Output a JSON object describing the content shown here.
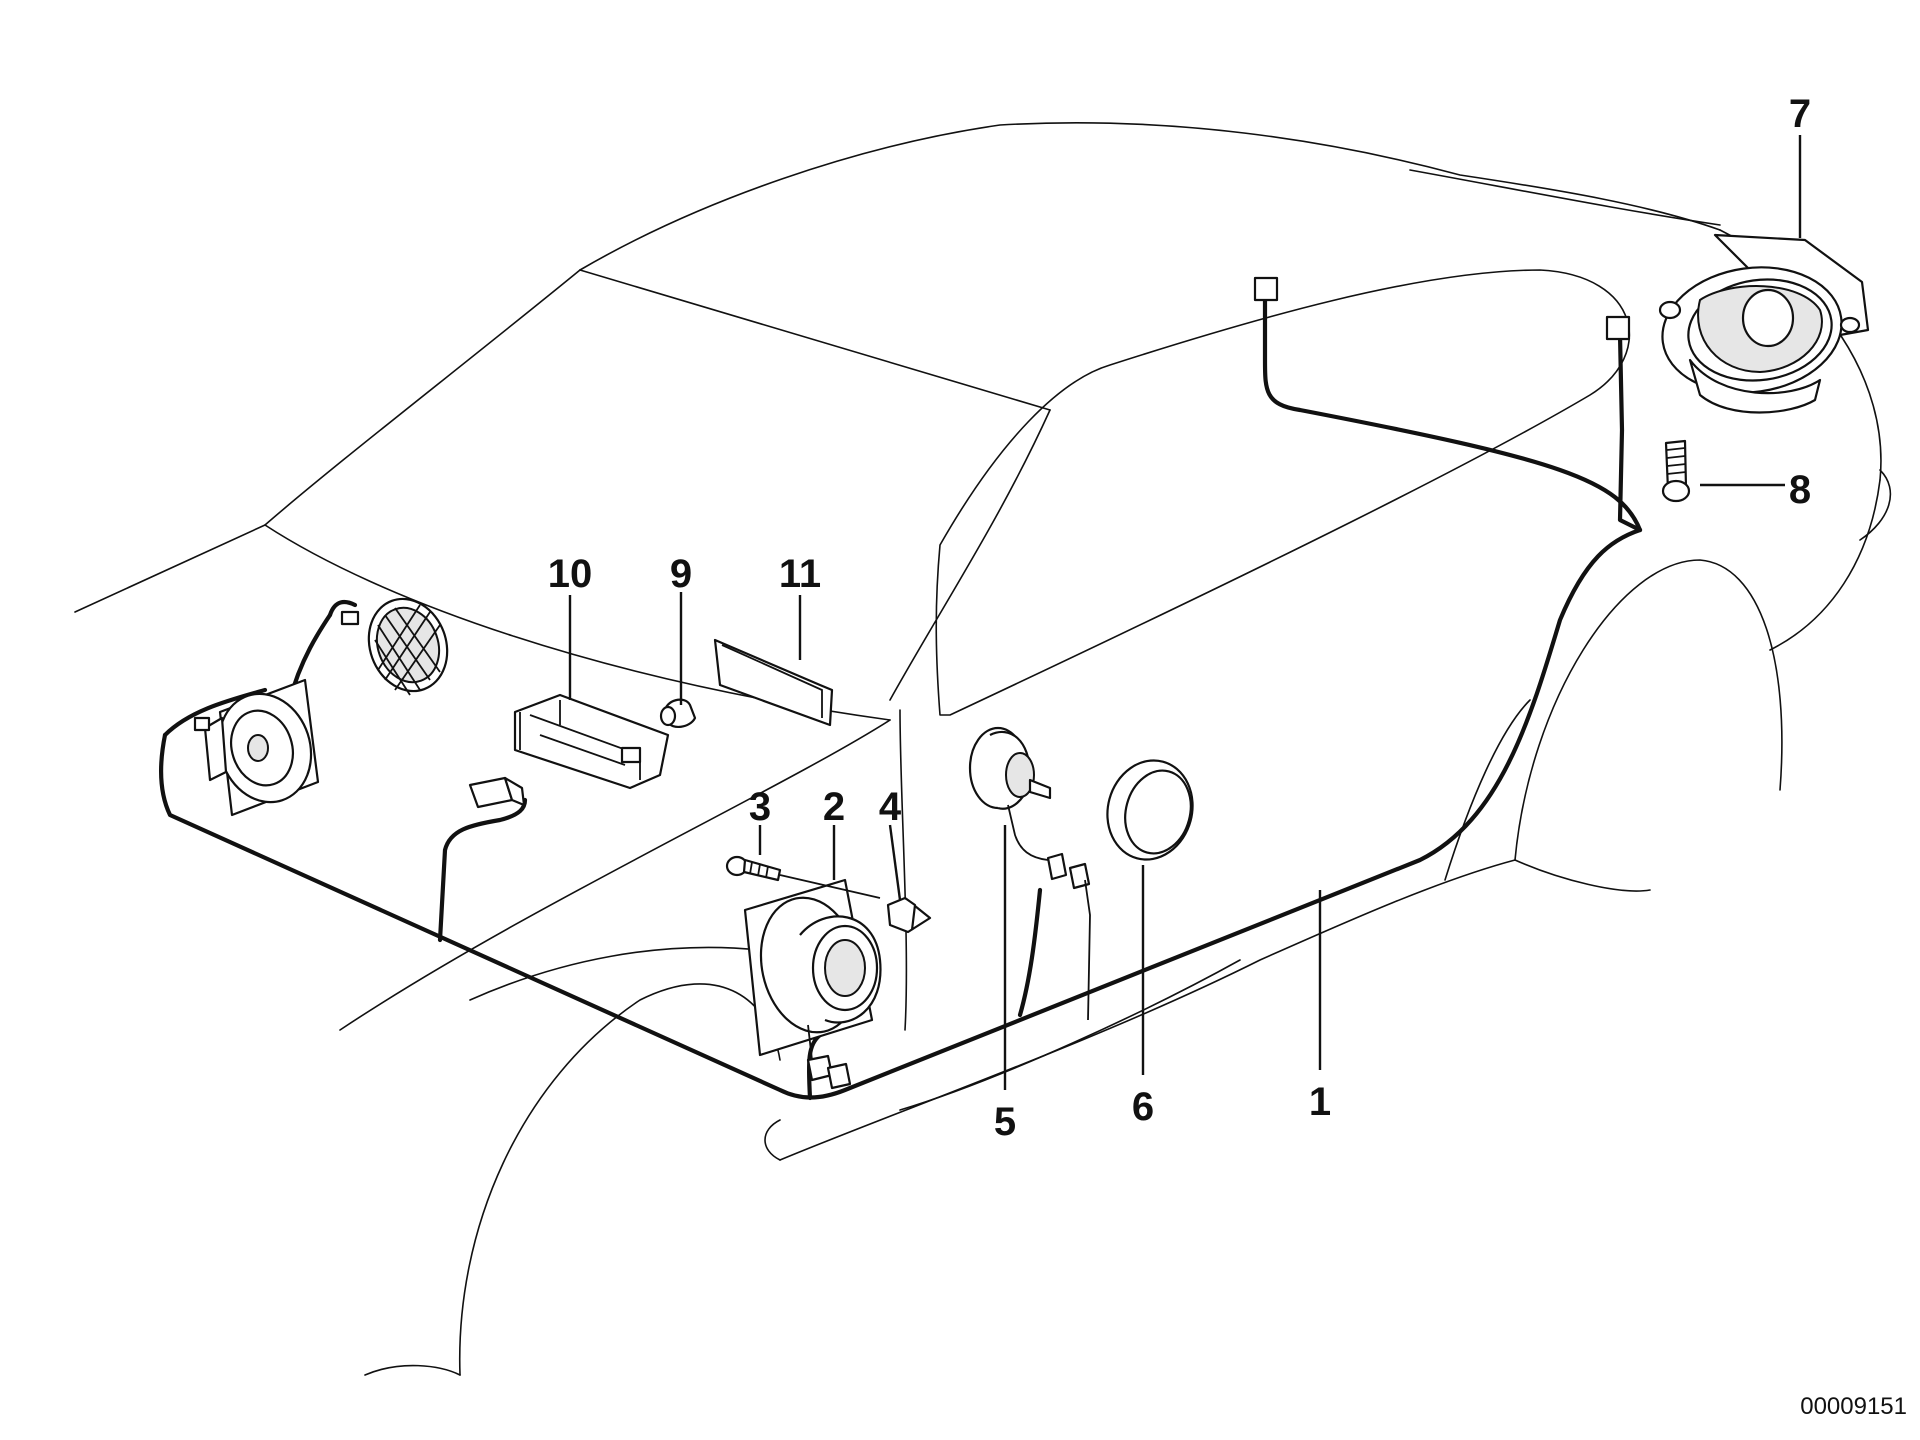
{
  "diagram": {
    "catalog_number": "00009151",
    "callouts": [
      {
        "id": "1",
        "label": "1"
      },
      {
        "id": "2",
        "label": "2"
      },
      {
        "id": "3",
        "label": "3"
      },
      {
        "id": "4",
        "label": "4"
      },
      {
        "id": "5",
        "label": "5"
      },
      {
        "id": "6",
        "label": "6"
      },
      {
        "id": "7",
        "label": "7"
      },
      {
        "id": "8",
        "label": "8"
      },
      {
        "id": "9",
        "label": "9"
      },
      {
        "id": "10",
        "label": "10"
      },
      {
        "id": "11",
        "label": "11"
      }
    ]
  }
}
